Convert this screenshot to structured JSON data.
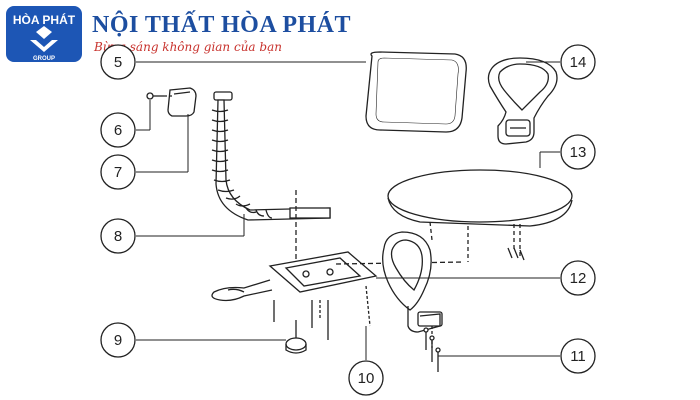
{
  "header": {
    "logo_name": "HÒA PHÁT",
    "logo_group": "GROUP",
    "brand_title": "NỘI THẤT HÒA PHÁT",
    "slogan": "Bừng sáng không gian của bạn",
    "brand_color": "#1d4ea0",
    "slogan_color": "#c8322d"
  },
  "callouts": [
    {
      "id": "c5",
      "label": "5"
    },
    {
      "id": "c6",
      "label": "6"
    },
    {
      "id": "c7",
      "label": "7"
    },
    {
      "id": "c8",
      "label": "8"
    },
    {
      "id": "c9",
      "label": "9"
    },
    {
      "id": "c10",
      "label": "10"
    },
    {
      "id": "c11",
      "label": "11"
    },
    {
      "id": "c12",
      "label": "12"
    },
    {
      "id": "c13",
      "label": "13"
    },
    {
      "id": "c14",
      "label": "14"
    }
  ],
  "parts": {
    "5": "backrest-pad-icon",
    "6": "screw-icon",
    "7": "back-cap-icon",
    "8": "back-support-bar-icon",
    "9": "adjust-knob-icon",
    "10": "mechanism-plate-icon",
    "11": "screw-set-icon",
    "12": "armrest-icon",
    "13": "seat-icon",
    "14": "armrest-top-icon"
  }
}
